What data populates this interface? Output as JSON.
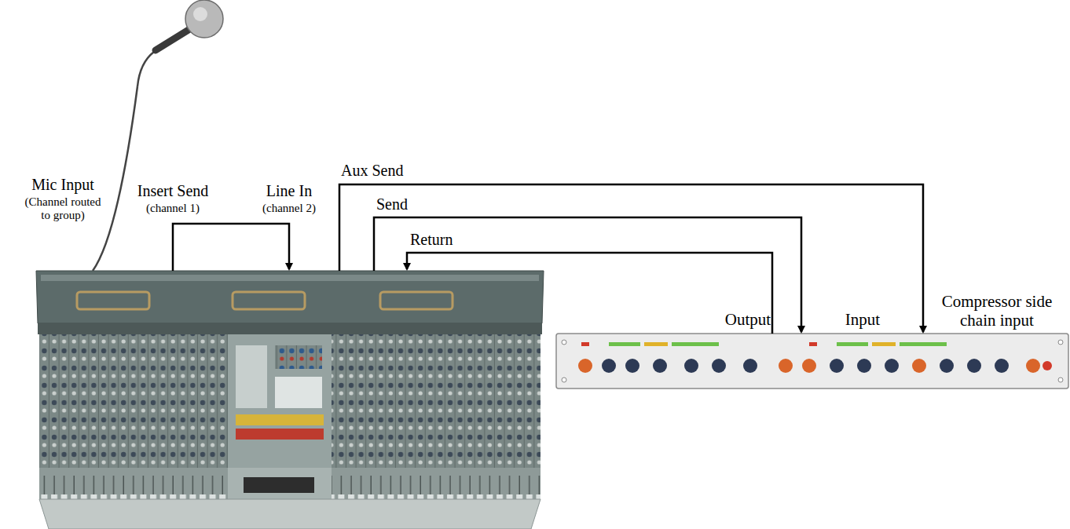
{
  "diagram": {
    "labels": [
      "Mic Input",
      "(Channel routed to group)",
      "Insert Send",
      "(channel 1)",
      "Line In",
      "(channel 2)",
      "Aux Send",
      "Send",
      "Return",
      "Output",
      "Input",
      "Compressor side chain input"
    ]
  }
}
